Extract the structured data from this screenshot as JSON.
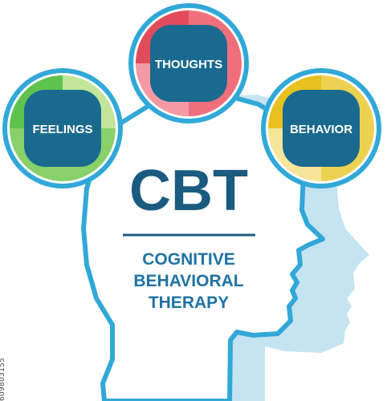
{
  "title": "CBT",
  "subtitle_lines": [
    "COGNITIVE",
    "BEHAVIORAL",
    "THERAPY"
  ],
  "nodes": {
    "feelings": "FEELINGS",
    "thoughts": "THOUGHTS",
    "behavior": "BEHAVIOR"
  },
  "stock_id": "609803155",
  "colors": {
    "navy": "#1a6a8f",
    "outline": "#31a8d8",
    "shadow": "#c4e4f1",
    "title": "#1b5b7f",
    "feelings_accent": [
      "#5fc24f",
      "#c2e59a",
      "#88d06a"
    ],
    "thoughts_accent": [
      "#e24b5a",
      "#f59aa5",
      "#ef6f7c"
    ],
    "behavior_accent": [
      "#e6c11f",
      "#f4e59a",
      "#ecd250"
    ]
  }
}
